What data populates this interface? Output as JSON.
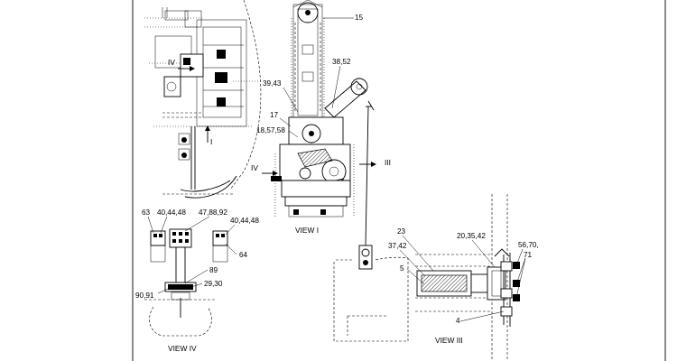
{
  "callouts": [
    "15",
    "38,52",
    "39,43",
    "17",
    "18,57,58",
    "63",
    "40,44,48",
    "47,88,92",
    "40,44,48",
    "64",
    "89",
    "29,30",
    "90,91",
    "23",
    "20,35,42",
    "37,42",
    "5",
    "56,70,",
    "71",
    "4"
  ],
  "views": {
    "view1": "VIEW I",
    "view3": "VIEW III",
    "view4": "VIEW IV"
  },
  "arrows": {
    "iv_top": "IV",
    "i_arrow": "I",
    "iv_mid": "IV",
    "iii_arrow": "III"
  },
  "colors": {
    "line": "#000000",
    "background": "#ffffff"
  }
}
